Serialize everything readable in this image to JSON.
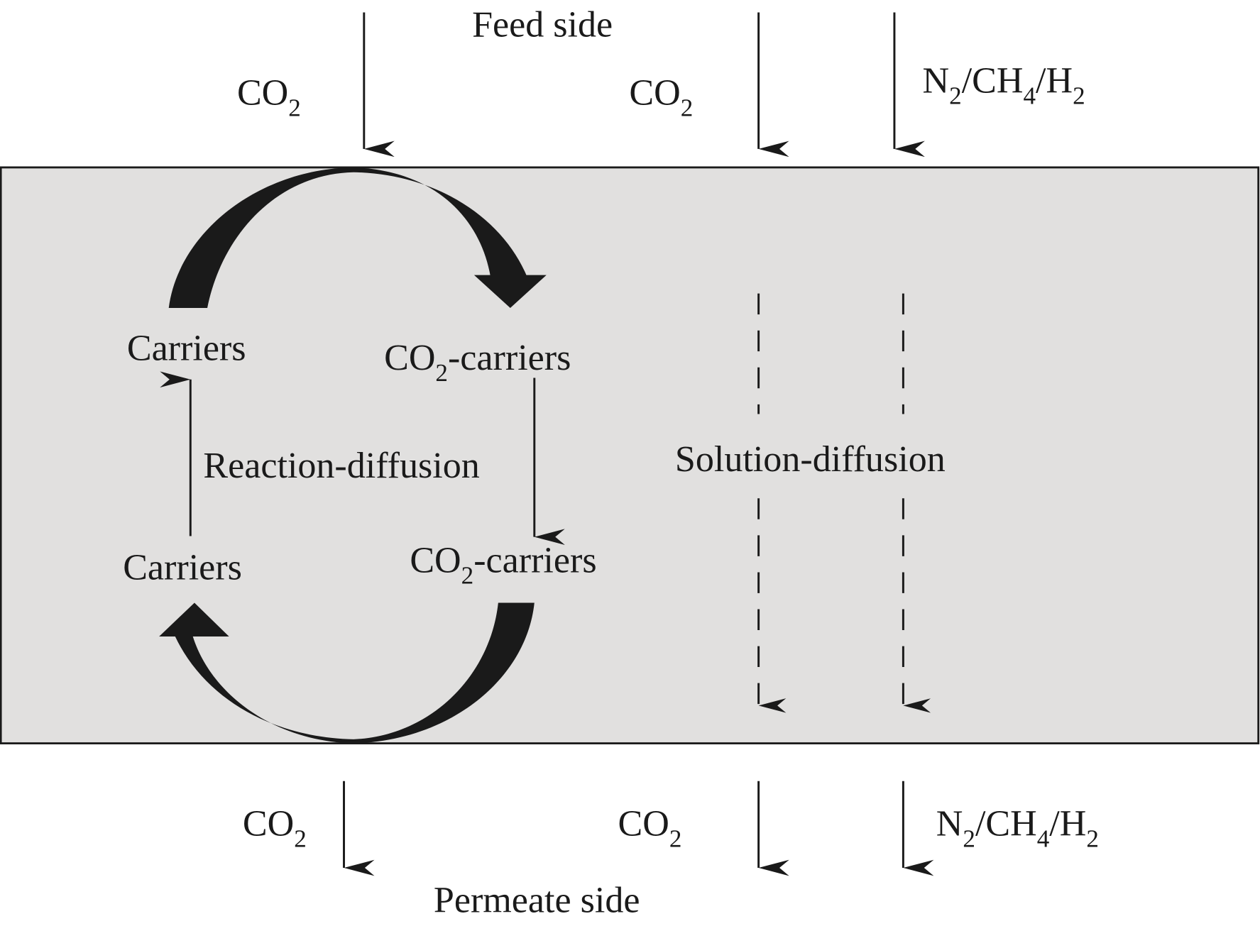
{
  "feed_side": "Feed side",
  "permeate_side": "Permeate side",
  "feed": {
    "co2_left": {
      "base": "CO",
      "sub": "2"
    },
    "co2_right": {
      "base": "CO",
      "sub": "2"
    },
    "other_gases": {
      "n": "N",
      "n_sub": "2",
      "ch": "/CH",
      "ch_sub": "4",
      "h": "/H",
      "h_sub": "2"
    }
  },
  "permeate": {
    "co2_left": {
      "base": "CO",
      "sub": "2"
    },
    "co2_right": {
      "base": "CO",
      "sub": "2"
    },
    "other_gases": {
      "n": "N",
      "n_sub": "2",
      "ch": "/CH",
      "ch_sub": "4",
      "h": "/H",
      "h_sub": "2"
    }
  },
  "membrane": {
    "carriers_top": "Carriers",
    "carriers_bottom": "Carriers",
    "co2_carriers_top": {
      "base": "CO",
      "sub": "2",
      "rest": "-carriers"
    },
    "co2_carriers_bottom": {
      "base": "CO",
      "sub": "2",
      "rest": "-carriers"
    },
    "reaction_diffusion": "Reaction-diffusion",
    "solution_diffusion": "Solution-diffusion"
  },
  "colors": {
    "membrane_fill": "#e1e0df",
    "ink": "#1a1a1a"
  }
}
